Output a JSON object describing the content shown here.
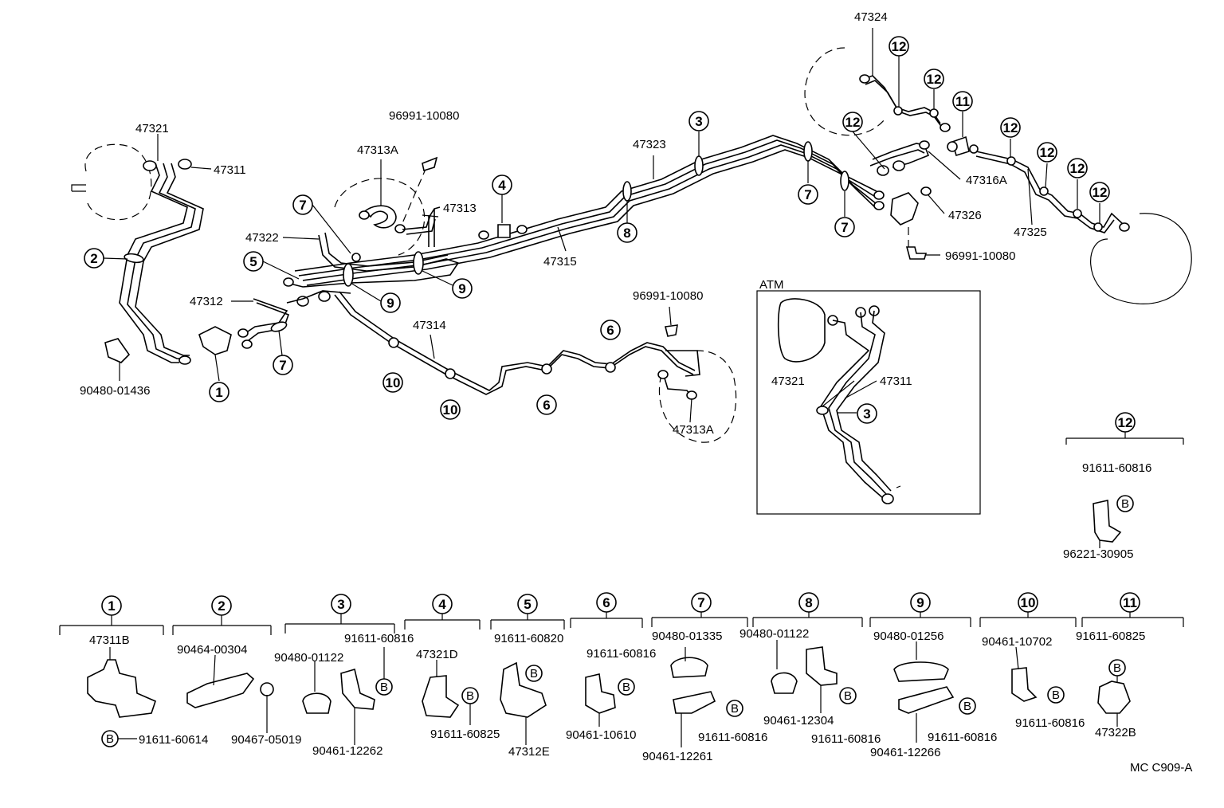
{
  "parts": {
    "p47321": "47321",
    "p47311": "47311",
    "p96991_top": "96991-10080",
    "p47313A_top": "47313A",
    "p47313": "47313",
    "p47322": "47322",
    "p47312": "47312",
    "p47314": "47314",
    "p47315": "47315",
    "p47323": "47323",
    "p96991_mid": "96991-10080",
    "p47313A_bot": "47313A",
    "p90480_01436": "90480-01436",
    "p47324": "47324",
    "p47316A": "47316A",
    "p47326": "47326",
    "p47325": "47325",
    "p96991_right": "96991-10080",
    "atm_title": "ATM",
    "atm_47321": "47321",
    "atm_47311": "47311",
    "b12_part1": "91611-60816",
    "b12_part2": "96221-30905"
  },
  "callouts": {
    "c1": "1",
    "c2": "2",
    "c3": "3",
    "c4": "4",
    "c5": "5",
    "c6": "6",
    "c7": "7",
    "c8": "8",
    "c9": "9",
    "c10": "10",
    "c11": "11",
    "c12": "12",
    "b": "B"
  },
  "legend": {
    "g1": {
      "n": "1",
      "a": "47311B",
      "b": "91611-60614"
    },
    "g2": {
      "n": "2",
      "a": "90464-00304",
      "b": "90467-05019"
    },
    "g3": {
      "n": "3",
      "a": "90480-01122",
      "b": "91611-60816",
      "c": "90461-12262"
    },
    "g4": {
      "n": "4",
      "a": "47321D",
      "b": "91611-60825"
    },
    "g5": {
      "n": "5",
      "a": "91611-60820",
      "b": "47312E"
    },
    "g6": {
      "n": "6",
      "a": "91611-60816",
      "b": "90461-10610"
    },
    "g7": {
      "n": "7",
      "a": "90480-01335",
      "b": "91611-60816",
      "c": "90461-12261"
    },
    "g8": {
      "n": "8",
      "a": "90480-01122",
      "b": "90461-12304",
      "c": "91611-60816"
    },
    "g9": {
      "n": "9",
      "a": "90480-01256",
      "b": "91611-60816",
      "c": "90461-12266"
    },
    "g10": {
      "n": "10",
      "a": "90461-10702",
      "b": "91611-60816"
    },
    "g11": {
      "n": "11",
      "a": "91611-60825",
      "b": "47322B"
    }
  },
  "figure_code": "MC C909-A"
}
